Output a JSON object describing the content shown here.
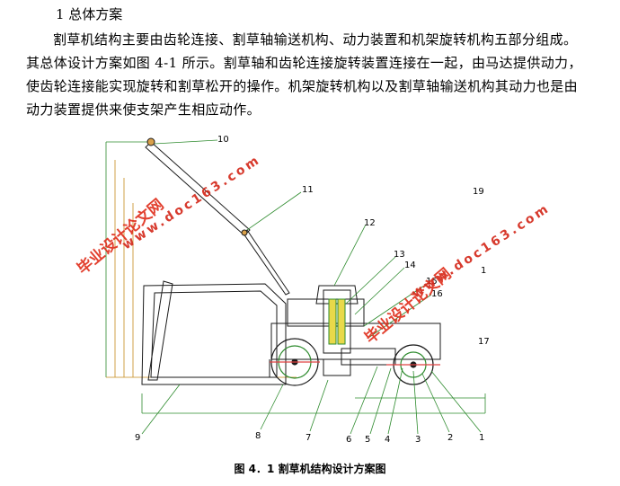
{
  "section": {
    "heading": "1 总体方案",
    "paragraph": "割草机结构主要由齿轮连接、割草轴输送机构、动力装置和机架旋转机构五部分组成。其总体设计方案如图 4-1 所示。割草轴和齿轮连接旋转装置连接在一起，由马达提供动力，使齿轮连接能实现旋转和割草松开的操作。机架旋转机构以及割草轴输送机构其动力也是由动力装置提供来使支架产生相应动作。"
  },
  "figure": {
    "caption": "图 4．1 割草机结构设计方案图",
    "labels": [
      "10",
      "11",
      "12",
      "13",
      "14",
      "15",
      "16",
      "19",
      "1",
      "17",
      "9",
      "8",
      "7",
      "6",
      "5",
      "4",
      "3",
      "2",
      "1"
    ],
    "watermarks": [
      {
        "text": "毕业设计论文网",
        "url": "www.doc163.com"
      },
      {
        "text": "毕业设计论文网",
        "url": "www.doc163.com"
      }
    ],
    "colors": {
      "drawing": "#1a1a1a",
      "leader": "#2e8b2e",
      "dimension": "#c48a1a",
      "watermark": "#e0301e"
    }
  }
}
